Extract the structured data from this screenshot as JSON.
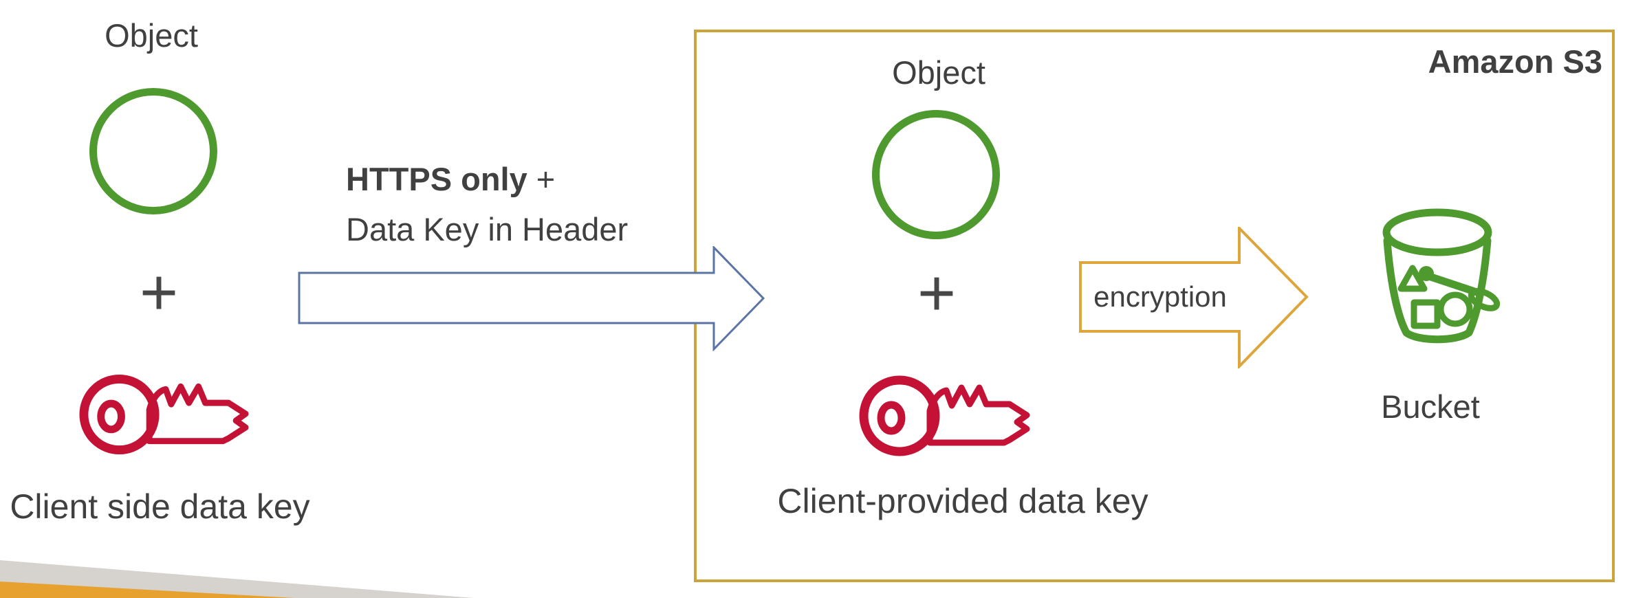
{
  "colors": {
    "green": "#4E9A2E",
    "red": "#C31235",
    "gold": "#CBA53C",
    "arrow_gold": "#DCA63C",
    "blue": "#5B74A6",
    "text": "#404040",
    "gray_stripe": "#D6D2CE",
    "orange_stripe": "#E7A12F"
  },
  "left_group": {
    "object_label": "Object",
    "plus": "+",
    "caption": "Client side data key"
  },
  "transfer": {
    "line1_bold": "HTTPS only",
    "line1_rest": " +",
    "line2": "Data Key in Header"
  },
  "s3_box": {
    "title": "Amazon S3",
    "object_label": "Object",
    "plus": "+",
    "caption": "Client-provided data key",
    "encryption_label": "encryption",
    "bucket_label": "Bucket"
  }
}
